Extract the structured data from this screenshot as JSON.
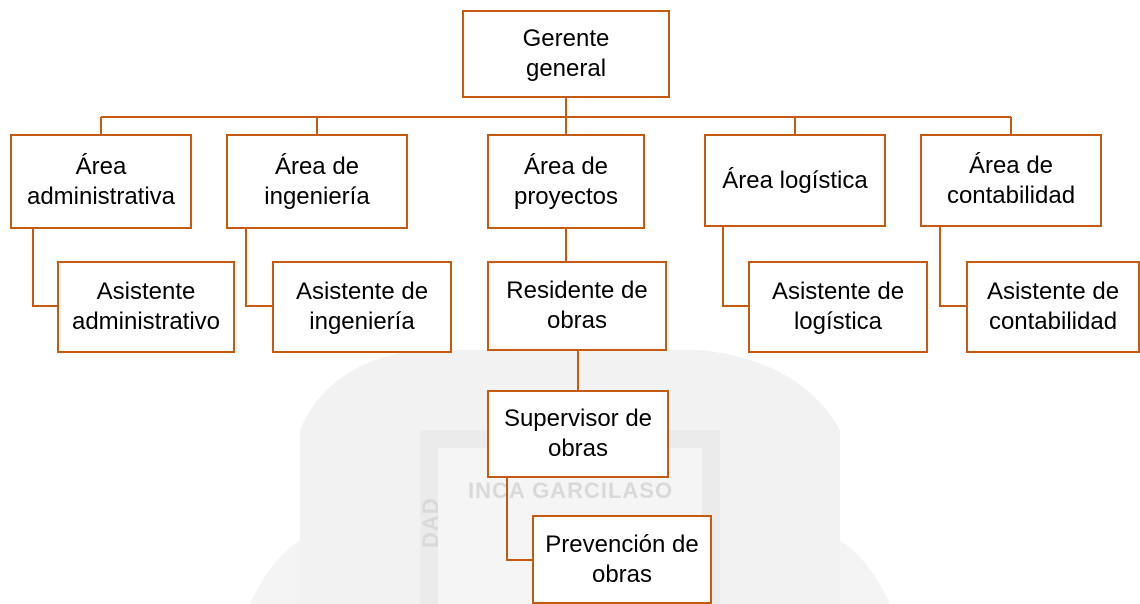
{
  "colors": {
    "border": "#c55a11",
    "connector": "#c55a11",
    "text": "#000000",
    "watermark": "#dedede"
  },
  "watermark": {
    "text": "INCA GARCILASO",
    "side_text": "DAD"
  },
  "nodes": {
    "gerente": "Gerente\ngeneral",
    "area_administrativa": "Área\nadministrativa",
    "area_ingenieria": "Área de\ningeniería",
    "area_proyectos": "Área de\nproyectos",
    "area_logistica": "Área logística",
    "area_contabilidad": "Área de\ncontabilidad",
    "asistente_administrativo": "Asistente\nadministrativo",
    "asistente_ingenieria": "Asistente de\ningeniería",
    "residente_obras": "Residente de\nobras",
    "asistente_logistica": "Asistente de\nlogística",
    "asistente_contabilidad": "Asistente de\ncontabilidad",
    "supervisor_obras": "Supervisor de\nobras",
    "prevencion_obras": "Prevención de\nobras"
  }
}
